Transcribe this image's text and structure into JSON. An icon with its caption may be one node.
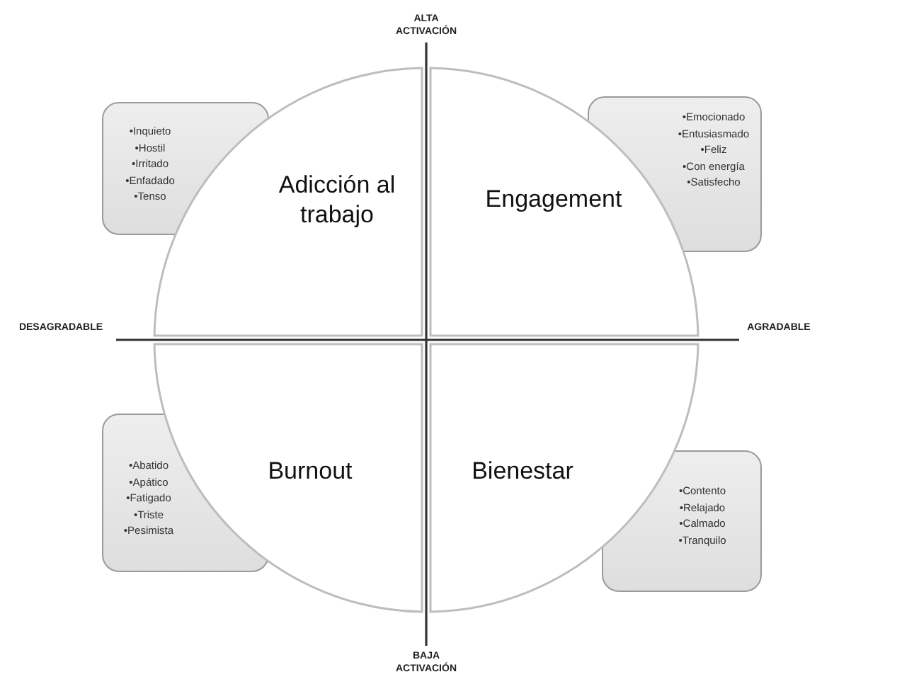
{
  "diagram": {
    "nodes": [
      {
        "text": [
          "•Inquieto",
          "•Hostil",
          "•Irritado",
          "•Enfadado",
          "•Tenso"
        ]
      },
      {
        "text": [
          "•Emocionado",
          "•Entusiasmado",
          "•Feliz",
          "•Con energía",
          "•Satisfecho"
        ]
      },
      {
        "text": [
          "•Abatido",
          "•Apático",
          "•Fatigado",
          "•Triste",
          "•Pesimista"
        ]
      },
      {
        "text": [
          "•Contento",
          "•Relajado",
          "•Calmado",
          "•Tranquilo"
        ]
      },
      {
        "text": [
          "Adicción al trabajo"
        ]
      },
      {
        "text": [
          "Engagement"
        ]
      },
      {
        "text": [
          "Burnout"
        ]
      },
      {
        "text": [
          "Bienestar"
        ]
      }
    ],
    "edges": [],
    "labels": [
      "ALTA ACTIVACIÓN",
      "DESAGRADABLE",
      "AGRADABLE",
      "BAJA ACTIVACIÓN"
    ]
  }
}
